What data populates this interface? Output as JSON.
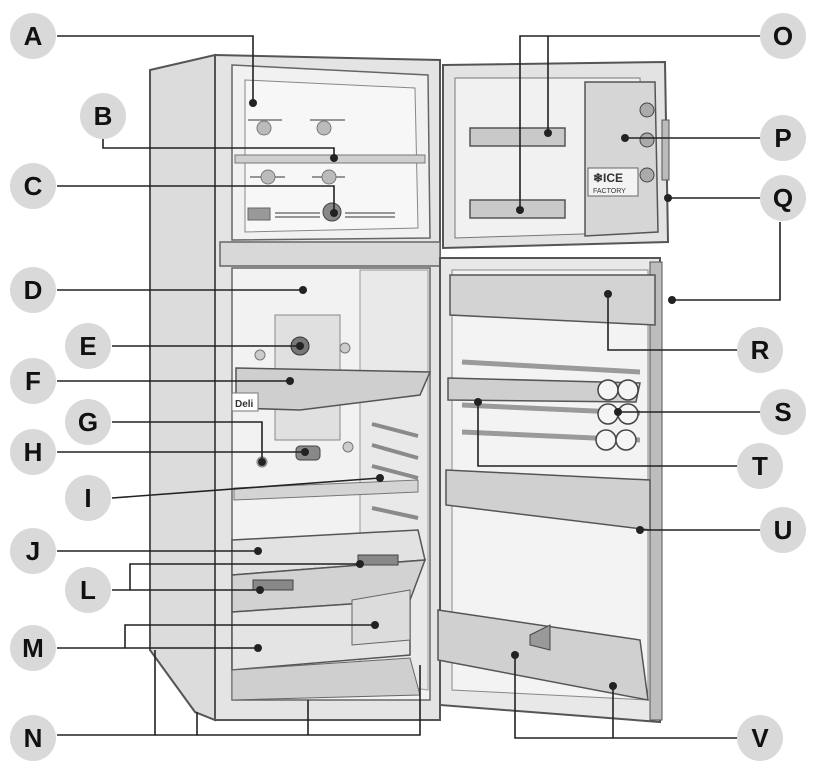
{
  "diagram": {
    "labels": [
      "A",
      "B",
      "C",
      "D",
      "E",
      "F",
      "G",
      "H",
      "I",
      "J",
      "L",
      "M",
      "N",
      "O",
      "P",
      "Q",
      "R",
      "S",
      "T",
      "U",
      "V"
    ],
    "ice_factory": {
      "title": "❄ICE",
      "subtitle": "FACTORY"
    },
    "deli_label": "Deli",
    "colors": {
      "badge_fill": "#d9d9d9",
      "fridge_body": "#e6e6e6",
      "fridge_inner": "#f3f3f3",
      "shelf": "#cfcfcf",
      "outline": "#555555",
      "leader_line": "#222222"
    }
  }
}
